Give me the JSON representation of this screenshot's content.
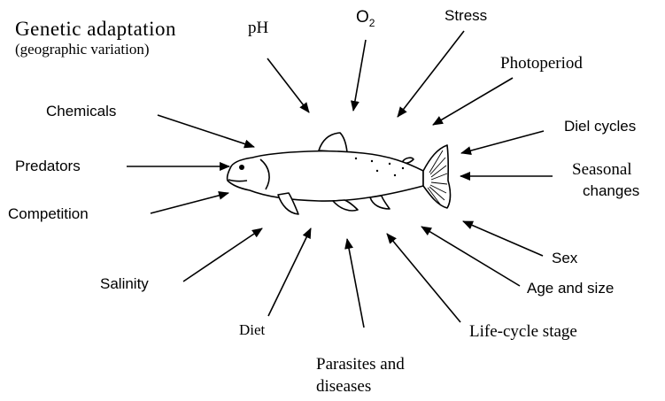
{
  "title": "",
  "colors": {
    "ink": "#000000",
    "background": "#ffffff",
    "fish_fill": "#ffffff"
  },
  "center": {
    "label": "fish",
    "icon": "trout-illustration"
  },
  "factors": {
    "genetic_line1": "Genetic adaptation",
    "genetic_line2": "(geographic variation)",
    "ph": "pH",
    "o2_base": "O",
    "o2_sub": "2",
    "stress": "Stress",
    "photoperiod": "Photoperiod",
    "chemicals": "Chemicals",
    "diel_cycles": "Diel cycles",
    "predators": "Predators",
    "seasonal_line1": "Seasonal",
    "seasonal_line2": "changes",
    "competition": "Competition",
    "salinity": "Salinity",
    "sex": "Sex",
    "age_size": "Age and size",
    "diet": "Diet",
    "life_cycle": "Life-cycle stage",
    "parasites_line1": "Parasites and",
    "parasites_line2": "diseases"
  }
}
